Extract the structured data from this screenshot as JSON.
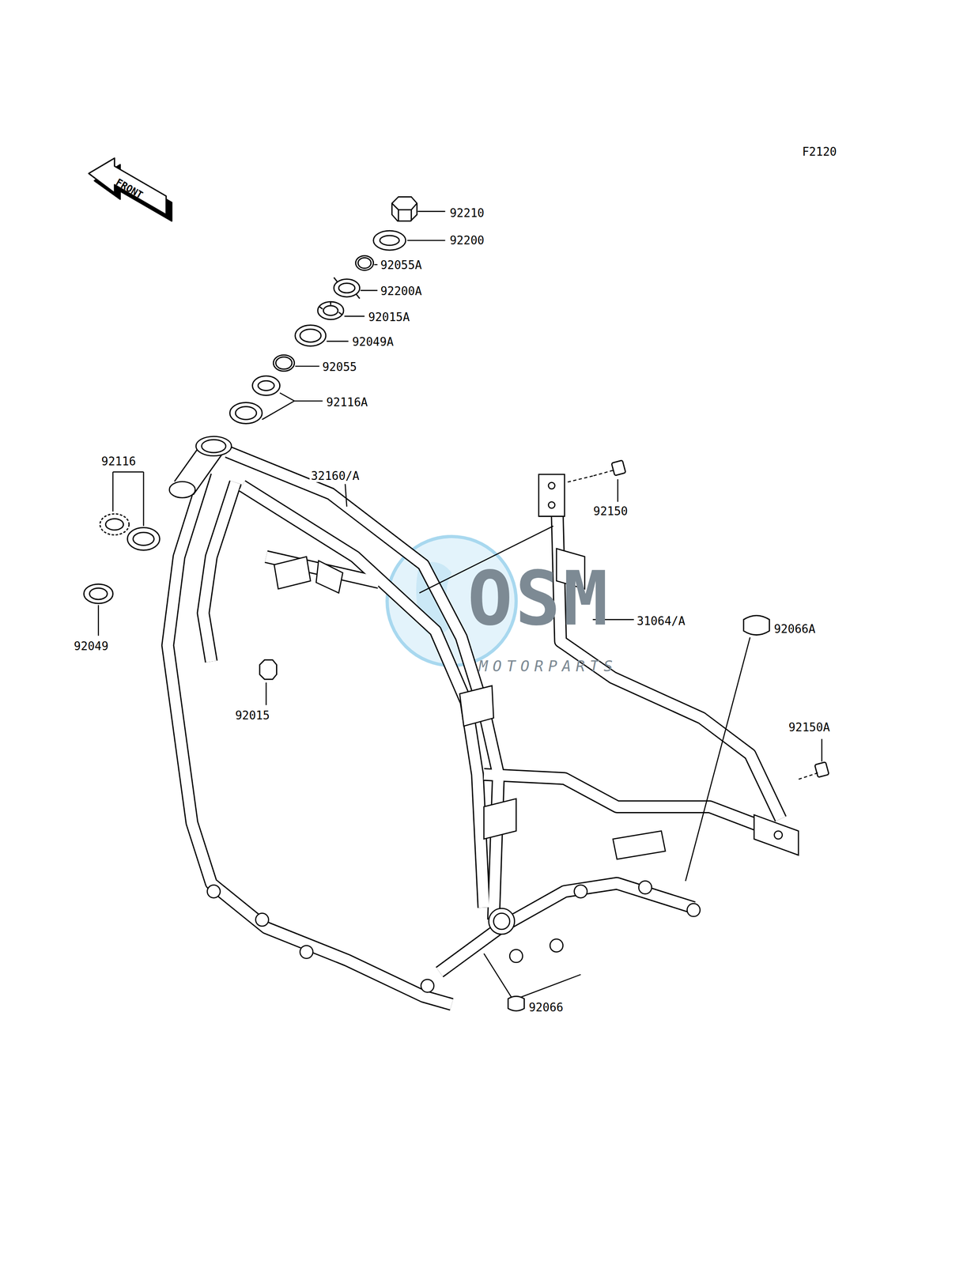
{
  "diagram": {
    "labels": [
      "F2120",
      "FRONT",
      "92210",
      "92200",
      "92055A",
      "92200A",
      "92015A",
      "92049A",
      "92055",
      "92116A",
      "92116",
      "32160/A",
      "92150",
      "31064/A",
      "92066A",
      "92049",
      "92015",
      "92150A",
      "92066",
      "OSM",
      "MOTORPARTS"
    ]
  }
}
